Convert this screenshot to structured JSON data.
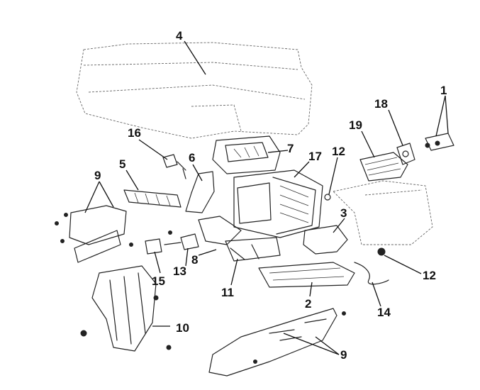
{
  "callouts": {
    "c1": "1",
    "c2": "2",
    "c3": "3",
    "c4": "4",
    "c5": "5",
    "c6": "6",
    "c7": "7",
    "c8": "8",
    "c9a": "9",
    "c9b": "9",
    "c10": "10",
    "c11": "11",
    "c12a": "12",
    "c12b": "12",
    "c13": "13",
    "c14": "14",
    "c15": "15",
    "c16": "16",
    "c17": "17",
    "c18": "18",
    "c19": "19"
  }
}
